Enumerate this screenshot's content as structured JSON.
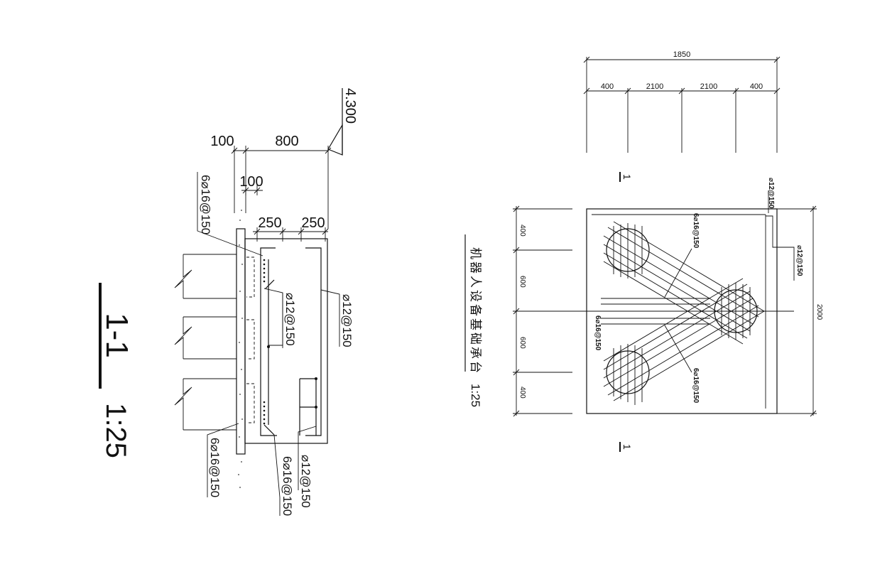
{
  "section": {
    "title": "1-1",
    "scale": "1:25",
    "elevation": "4.300",
    "dims": {
      "a": "100",
      "b": "800",
      "c": "100",
      "d": "250",
      "e": "250"
    },
    "rebar": {
      "top_left": "6⌀16@150",
      "mid": "⌀12@150",
      "right": "⌀12@150",
      "bottom_left": "6⌀16@150",
      "bottom_mid": "6⌀16@150",
      "bottom_right": "⌀12@150"
    }
  },
  "plan": {
    "title": "机器人设备基础承台",
    "scale": "1:25",
    "cut_label": "1",
    "dims": {
      "total": "1850",
      "d1": "400",
      "d2": "2100",
      "d3": "2100",
      "d4": "400",
      "left1": "400",
      "left2": "600",
      "left3": "600",
      "left4": "400",
      "right_total": "2000"
    },
    "rebar": {
      "top_bar": "⌀12@150",
      "right_bar": "⌀12@150",
      "diag_top": "6⌀16@150",
      "diag_bottom": "6⌀16@150",
      "center_left": "6⌀16@150"
    }
  }
}
